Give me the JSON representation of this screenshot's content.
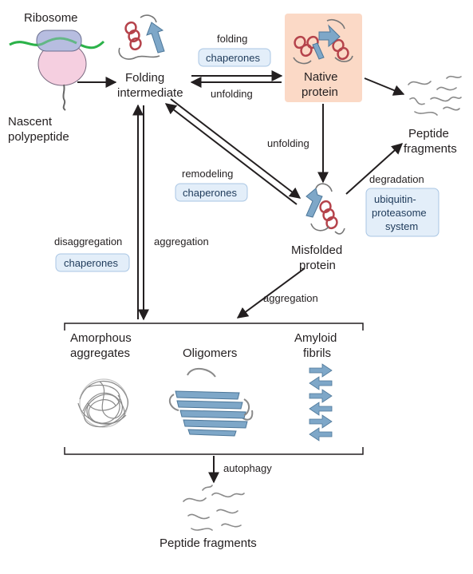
{
  "labels": {
    "ribosome": "Ribosome",
    "nascent_1": "Nascent",
    "nascent_2": "polypeptide",
    "folding_int_1": "Folding",
    "folding_int_2": "intermediate",
    "native_1": "Native",
    "native_2": "protein",
    "peptide_top_1": "Peptide",
    "peptide_top_2": "fragments",
    "misfolded_1": "Misfolded",
    "misfolded_2": "protein",
    "amorphous_1": "Amorphous",
    "amorphous_2": "aggregates",
    "oligomers": "Oligomers",
    "amyloid_1": "Amyloid",
    "amyloid_2": "fibrils",
    "peptide_bottom": "Peptide fragments"
  },
  "arrow_labels": {
    "folding": "folding",
    "unfolding_horizontal": "unfolding",
    "unfolding_vertical": "unfolding",
    "remodeling": "remodeling",
    "degradation": "degradation",
    "disaggregation": "disaggregation",
    "aggregation_left": "aggregation",
    "aggregation_right": "aggregation",
    "autophagy": "autophagy"
  },
  "boxes": {
    "chaperones_folding": "chaperones",
    "chaperones_remodeling": "chaperones",
    "chaperones_disaggregation": "chaperones",
    "ups_1": "ubiquitin-",
    "ups_2": "proteasome",
    "ups_3": "system"
  },
  "colors": {
    "native_bg": "#fbd9c6",
    "box_bg": "#e3eef9",
    "box_border": "#a9c6e4",
    "helix": "#b5434b",
    "strand": "#7ea7c8",
    "ribosome_top": "#b7bde0",
    "ribosome_bottom": "#f5cfe0",
    "mrna": "#2cb24a"
  }
}
